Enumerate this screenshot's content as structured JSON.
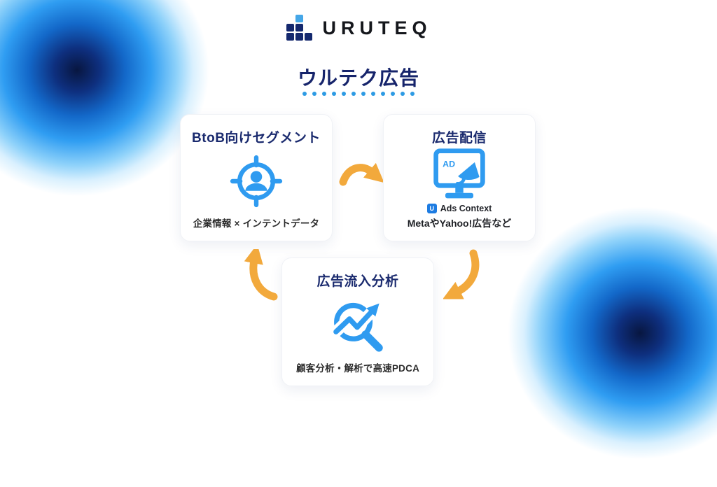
{
  "colors": {
    "accent_blue": "#2f9bf0",
    "navy": "#16246b",
    "orange": "#f2a93c",
    "logo_dark_square": "#14286e",
    "logo_light_square": "#45a7e8",
    "dot_blue": "#2d9be4"
  },
  "logo": {
    "text": "URUTEQ"
  },
  "title": {
    "text": "ウルテク広告"
  },
  "cards": [
    {
      "title": "BtoB向けセグメント",
      "caption": "企業情報 × インテントデータ",
      "icon": "target-audience-icon"
    },
    {
      "title": "広告配信",
      "icon_ad_label": "AD",
      "badge_label": "Ads Context",
      "badge_mark_label": "U",
      "caption": "MetaやYahoo!広告など",
      "icon": "ad-monitor-icon"
    },
    {
      "title": "広告流入分析",
      "caption": "顧客分析・解析で高速PDCA",
      "icon": "analytics-magnifier-icon"
    }
  ]
}
